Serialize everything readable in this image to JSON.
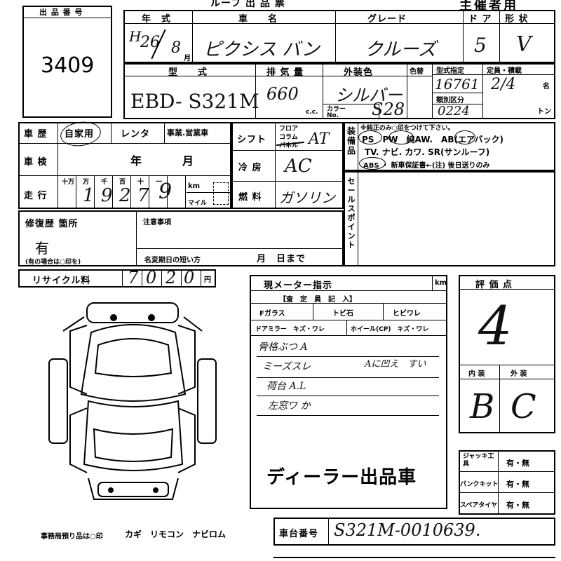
{
  "header": {
    "title_fragment": "ルーフ 出 品 票",
    "top_right": "主催者用"
  },
  "lot": {
    "label": "出 品 番 号",
    "number": "3409"
  },
  "row1": {
    "year_label": "年　式",
    "car_label": "車　　名",
    "grade_label": "グレード",
    "doors_label": "ド ア",
    "shape_label": "形 状",
    "year_era": "H",
    "year_value": "26",
    "month_value": "8",
    "month_unit": "月",
    "car_name": "ピクシス バン",
    "grade": "クルーズ",
    "doors": "5",
    "shape": "V"
  },
  "row2": {
    "model_label": "型　　式",
    "cc_label": "排 気 量",
    "color_label": "外装色",
    "color_swap_label": "色替",
    "type_spec_label": "型式指定",
    "class_label": "類別区分",
    "cap_label": "定員・積載",
    "model": "EBD- S321M",
    "cc": "660",
    "cc_unit": "c.c.",
    "color": "シルバー",
    "color_no_label": "カラー No.",
    "color_no": "S28",
    "type_spec": "16761",
    "class_no": "0224",
    "capacity": "2/4",
    "cap_unit1": "名",
    "cap_unit2": "トン"
  },
  "history": {
    "label": "車 歴",
    "opt1": "自家用",
    "opt2": "レンタ",
    "opt3": "事業.営業車",
    "inspection_label": "車 検",
    "year_unit": "年",
    "month_unit": "月",
    "mileage_label": "走 行",
    "digits_labels": [
      "十万",
      "万",
      "千",
      "百",
      "十",
      "一"
    ],
    "mileage_digits": [
      "1",
      "9",
      "2",
      "7",
      "9"
    ],
    "km_label": "km",
    "mile_label": "マイル"
  },
  "mid": {
    "shift_label": "シフト",
    "shift_opts": [
      "フロア",
      "コラム",
      "パネル"
    ],
    "shift_value": "AT",
    "ac_label": "冷 房",
    "ac_value": "AC",
    "fuel_label": "燃 料",
    "fuel_value": "ガソリン"
  },
  "equip": {
    "label": "装備品",
    "note": "※純正のみ○印をつけて下さい。",
    "line1": "PS　PW　純AW.　AB(エアバック)",
    "line2": "TV. ナビ. カワ. SR(サンルーフ)",
    "line3": "ABS ・ 新車保証書←(注) 後日送りのみ"
  },
  "sale_label": "セールスポイント",
  "repair": {
    "label": "修復歴 箇所",
    "value": "有",
    "hint": "(有の場合は○印を)",
    "note_label": "注意事項",
    "short_label": "名変期日の短い方",
    "date_label": "月　日まで"
  },
  "recycle": {
    "label": "リサイクル料",
    "digits": [
      "7",
      "0",
      "2",
      "0"
    ],
    "unit": "円"
  },
  "meter": {
    "label": "現メーター指示",
    "unit": "km",
    "inspector_label": "【査　定　員　記　入】",
    "glass_label": "Fガラス",
    "stone_label": "トビ石",
    "crack_label": "ヒビワレ",
    "mirror_label": "ドアミラー　キズ・ワレ",
    "wheel_label": "ホイール(CP)　キズ・ワレ",
    "notes": [
      "骨格ぶつ A",
      "ミーズスレ",
      "Aに凹え　すい",
      "荷台 A.L",
      "左窓ワ  か"
    ],
    "dealer": "ディーラー出品車"
  },
  "score": {
    "label": "評 価 点",
    "value": "4",
    "interior_label": "内 装",
    "exterior_label": "外 装",
    "interior": "B",
    "exterior": "C"
  },
  "tools": [
    {
      "label": "ジャッキ工具",
      "value": "有・無"
    },
    {
      "label": "パンクキット",
      "value": "有・無"
    },
    {
      "label": "スペアタイヤ",
      "value": "有・無"
    }
  ],
  "footer": {
    "office_label": "事務局預り品は○印",
    "items": "カギ　リモコン　ナビロム",
    "chassis_label": "車台番号",
    "chassis": "S321M-0010639."
  }
}
